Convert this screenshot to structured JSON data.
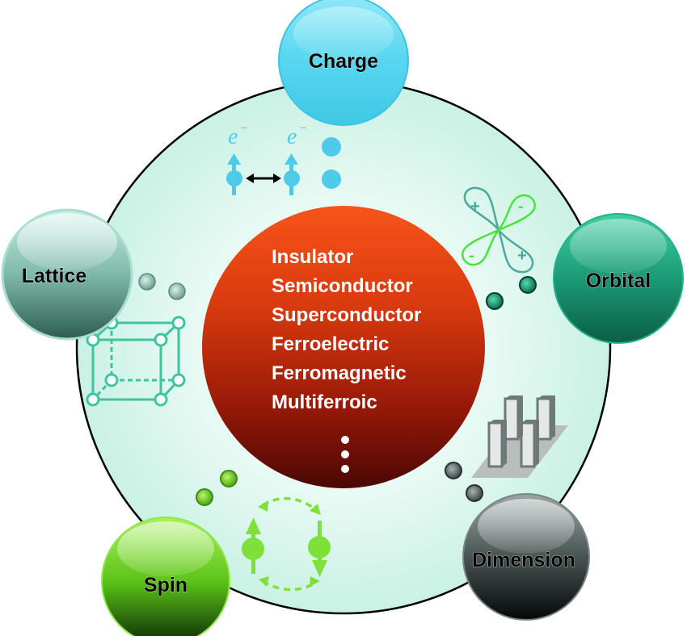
{
  "center": {
    "properties": [
      "Insulator",
      "Semiconductor",
      "Superconductor",
      "Ferroelectric",
      "Ferromagnetic",
      "Multiferroic"
    ],
    "ellipsis": "⋮"
  },
  "nodes": {
    "charge": {
      "label": "Charge",
      "color": "#4fd3ee"
    },
    "orbital": {
      "label": "Orbital",
      "color": "#1e9a78"
    },
    "dimension": {
      "label": "Dimension",
      "color": "#5d6b69"
    },
    "spin": {
      "label": "Spin",
      "color": "#72d81c"
    },
    "lattice": {
      "label": "Lattice",
      "color": "#8ccab8"
    }
  },
  "charge_glyph": {
    "electron_symbol": "e",
    "superscript": "−"
  },
  "orbital_glyph": {
    "signs": [
      "+",
      "-",
      "-",
      "+"
    ]
  },
  "colors": {
    "background_disc": "#cef3e8",
    "center_top": "#f25a1e",
    "center_bottom": "#5a0a05",
    "lattice_line": "#3fc49f",
    "spin_green": "#7fe03a",
    "charge_blue": "#4fcbea",
    "orbital_teal": "#4aa99b",
    "orbital_green": "#47e53a",
    "dimension_gray": "#6e7877"
  }
}
